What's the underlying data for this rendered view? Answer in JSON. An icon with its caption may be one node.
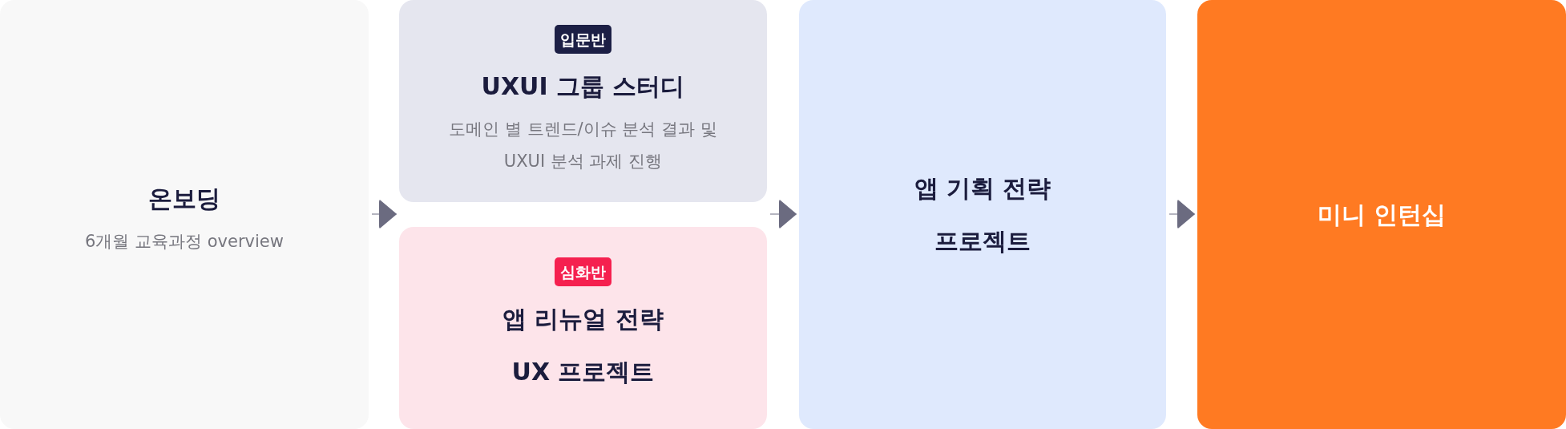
{
  "diagram": {
    "nodes": [
      {
        "text": [
          "온보딩",
          "6개월 교육과정 overview"
        ]
      },
      {
        "text": [
          "UXUI 그룹 스터디",
          "도메인 별 트렌드/이슈 분석 결과 및 UXUI 분석 과제 진행"
        ]
      },
      {
        "text": [
          "입문반"
        ],
        "in": 1
      },
      {
        "text": [
          "앱 리뉴얼 전략 UX 프로젝트"
        ]
      },
      {
        "text": [
          "심화반"
        ],
        "in": 3
      },
      {
        "text": [
          "앱 기획 전략 프로젝트"
        ]
      },
      {
        "text": [
          "미니 인턴십"
        ]
      }
    ],
    "edges": [
      {
        "from": 0,
        "to": 1,
        "arrow": "to"
      },
      {
        "from": 0,
        "to": 3,
        "arrow": "to"
      },
      {
        "from": 1,
        "to": 5,
        "arrow": "to"
      },
      {
        "from": 3,
        "to": 5,
        "arrow": "to"
      },
      {
        "from": 5,
        "to": 6,
        "arrow": "to"
      }
    ]
  }
}
